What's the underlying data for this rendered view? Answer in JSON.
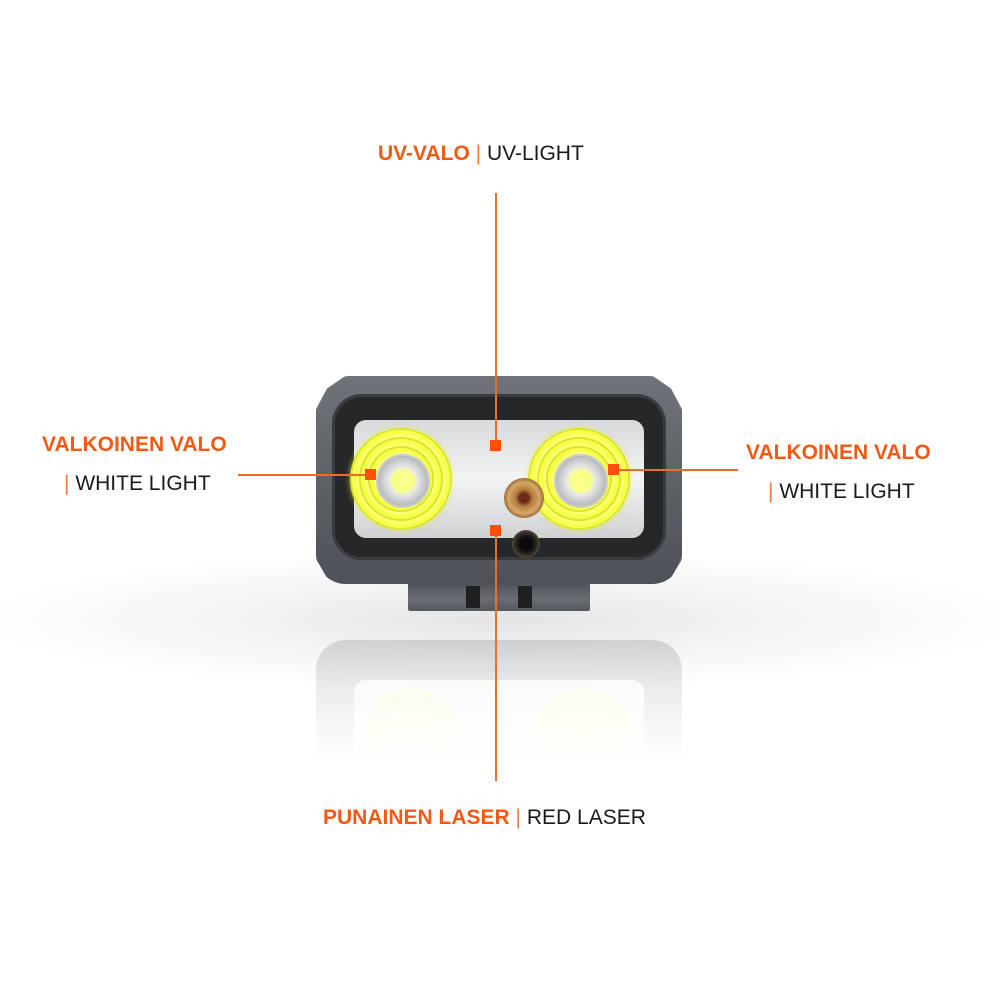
{
  "labels": {
    "uv": {
      "fi": "UV-VALO",
      "separator": "|",
      "en": "UV-LIGHT"
    },
    "white_left": {
      "fi": "VALKOINEN VALO",
      "separator": "|",
      "en": "WHITE LIGHT"
    },
    "white_right": {
      "fi": "VALKOINEN VALO",
      "separator": "|",
      "en": "WHITE LIGHT"
    },
    "laser": {
      "fi": "PUNAINEN LASER",
      "separator": "|",
      "en": "RED LASER"
    }
  },
  "colors": {
    "accent": "#f05a14",
    "marker": "#ff4d0a",
    "text": "#1a1a1a",
    "housing": "#5d6168",
    "led": "#f8ff4a"
  }
}
